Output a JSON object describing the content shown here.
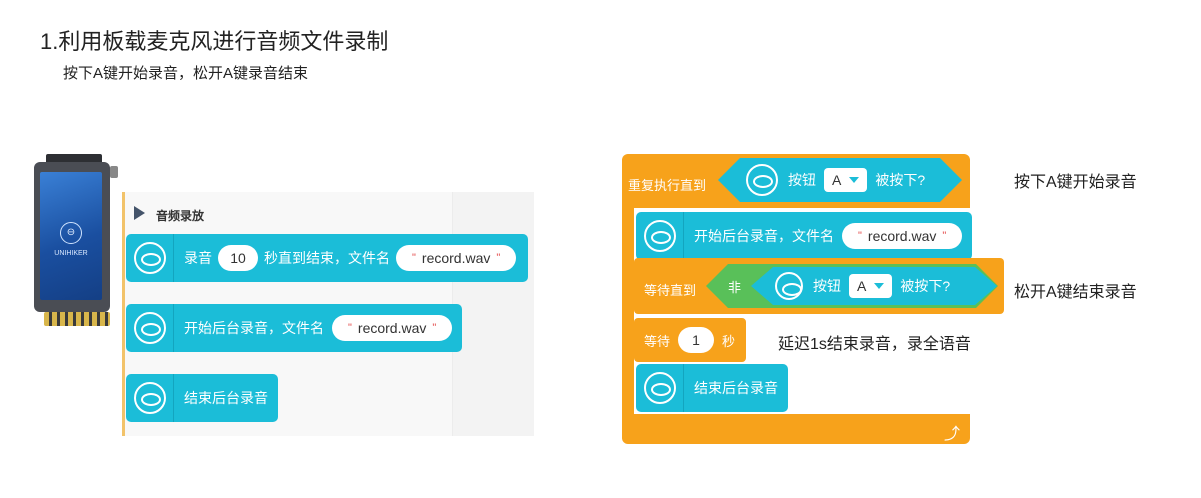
{
  "page": {
    "title": "1.利用板载麦克风进行音频文件录制",
    "subtitle": "按下A键开始录音，松开A键录音结束"
  },
  "device": {
    "brand": "UNIHIKER"
  },
  "palette": {
    "category": "音频录放",
    "record_block": {
      "label_pre": "录音",
      "seconds": "10",
      "label_mid": "秒直到结束，文件名",
      "filename": "record.wav"
    },
    "bg_start_block": {
      "label": "开始后台录音，文件名",
      "filename": "record.wav"
    },
    "bg_stop_block": {
      "label": "结束后台录音"
    }
  },
  "program": {
    "repeat_label": "重复执行直到",
    "button_label": "按钮",
    "button_value": "A",
    "pressed_label": "被按下?",
    "start_block": {
      "label": "开始后台录音，文件名",
      "filename": "record.wav"
    },
    "wait_until_label": "等待直到",
    "not_label": "非",
    "wait_label": "等待",
    "wait_seconds": "1",
    "seconds_label": "秒",
    "stop_block": {
      "label": "结束后台录音"
    }
  },
  "notes": {
    "press": "按下A键开始录音",
    "release": "松开A键结束录音",
    "delay": "延迟1s结束录音，录全语音"
  },
  "colors": {
    "sound_block": "#1bbdd8",
    "control_block": "#f7a21b",
    "logic_block": "#59c059",
    "string_quote": "#e34a4a"
  }
}
